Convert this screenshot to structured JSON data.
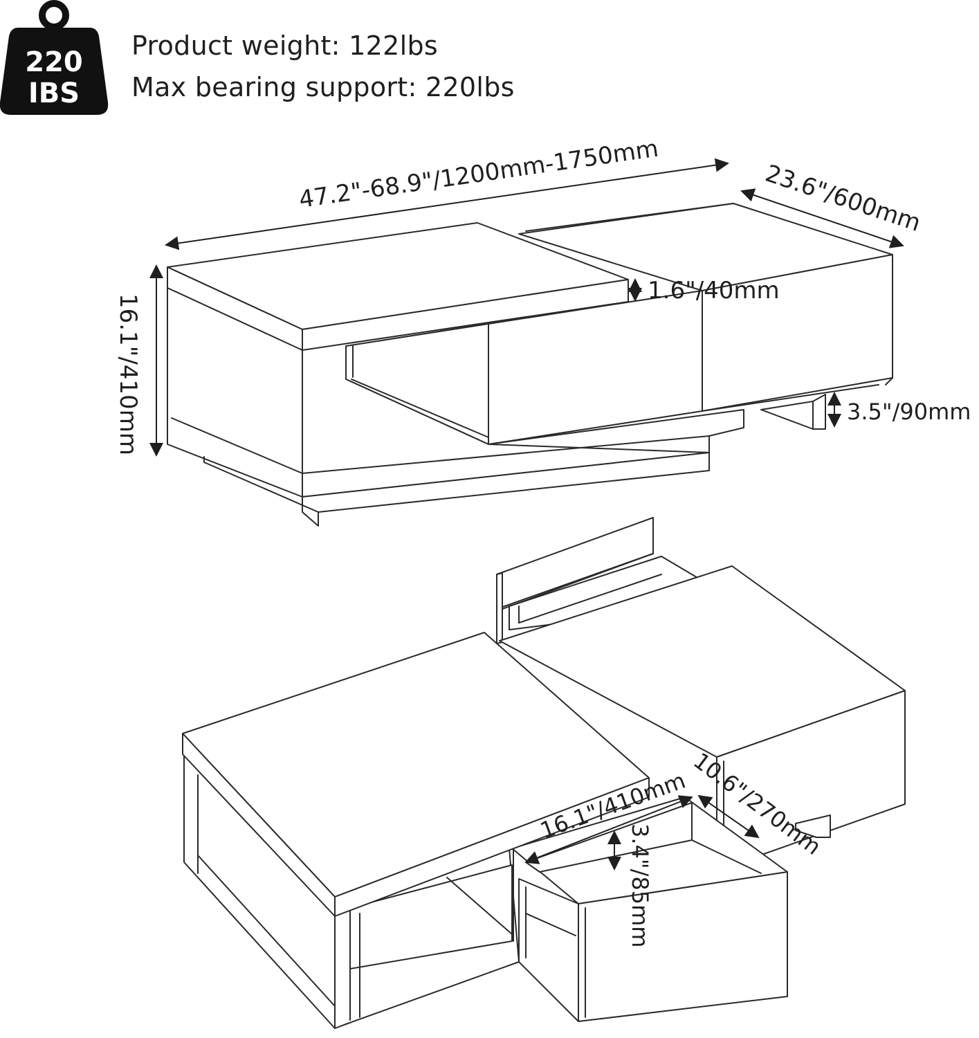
{
  "badge": {
    "number": "220",
    "unit": "IBS"
  },
  "info": {
    "product_weight": "Product weight: 122lbs",
    "max_bearing": "Max bearing support: 220lbs"
  },
  "dimensions": {
    "length": "47.2\"-68.9\"/1200mm-1750mm",
    "depth": "23.6\"/600mm",
    "height": "16.1\"/410mm",
    "top_thickness": "1.6\"/40mm",
    "leg_height": "3.5\"/90mm",
    "drawer_width": "16.1\"/410mm",
    "drawer_depth": "10.6\"/270mm",
    "drawer_height": "3.4\"/85mm"
  },
  "colors": {
    "line": "#2a2a2a",
    "badge": "#111111"
  }
}
